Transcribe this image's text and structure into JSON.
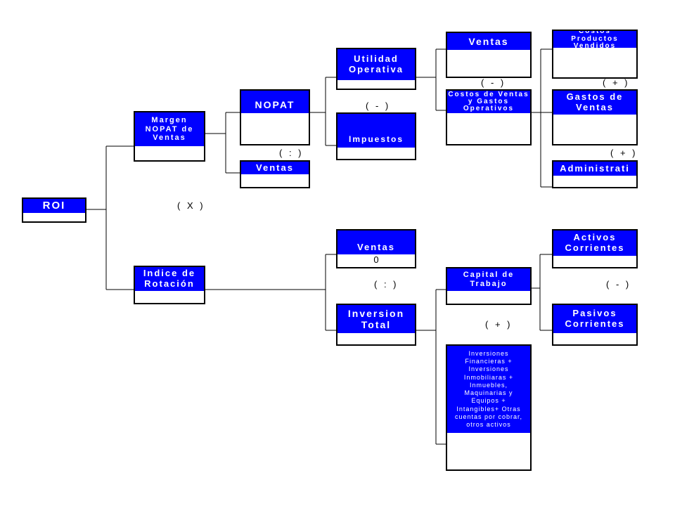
{
  "boxes": {
    "roi": "ROI",
    "margen": "Margen\nNOPAT de\nVentas",
    "indice": "Indice de\nRotación",
    "nopat": "NOPAT",
    "ventas_nopat": "Ventas",
    "utilidad": "Utilidad\nOperativa",
    "impuestos": "Impuestos",
    "ventas_top": "Ventas",
    "costos_ventas": "Costos de Ventas\ny Gastos\nOperativos",
    "costos_productos": "Costos Productos\nVendidos",
    "gastos_ventas": "Gastos de\nVentas",
    "administrati": "Administrati",
    "ventas_low": "Ventas",
    "ventas_low_value": "0",
    "inversion": "Inversion\nTotal",
    "capital": "Capital de\nTrabajo",
    "inversiones": "Inversiones\nFinancieras +\nInversiones\nInmobiliaras +\nInmuebles,\nMaquinarias y\nEquipos +\nIntangibles+ Otras\ncuentas por cobrar,\notros activos",
    "activos": "Activos\nCorrientes",
    "pasivos": "Pasivos\nCorrientes"
  },
  "operators": {
    "times": "( X )",
    "divide_nopat": "( : )",
    "minus_utilidad": "( - )",
    "minus_costos": "( - )",
    "plus_gastos": "( + )",
    "plus_admin": "( + )",
    "divide_inversion": "( : )",
    "plus_capital": "( + )",
    "minus_pasivos": "( - )"
  },
  "colors": {
    "header_fill": "#0000ff",
    "header_text": "#ffffff",
    "line": "#000000"
  }
}
